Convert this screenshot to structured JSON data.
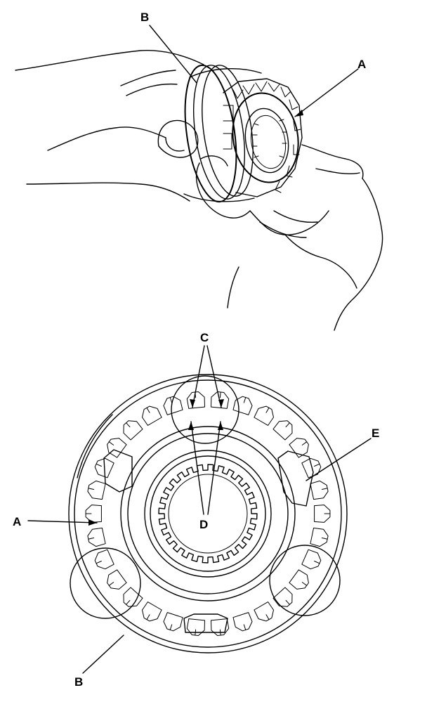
{
  "figure": {
    "labels": {
      "top_A": "A",
      "top_B": "B",
      "bottom_A": "A",
      "bottom_B": "B",
      "C": "C",
      "D": "D",
      "E": "E"
    },
    "upper_view": "hands-holding-synchro-assembly",
    "lower_view": "synchro-hub-and-sleeve-face-view",
    "colors": {
      "line": "#000000",
      "background": "#ffffff"
    }
  }
}
